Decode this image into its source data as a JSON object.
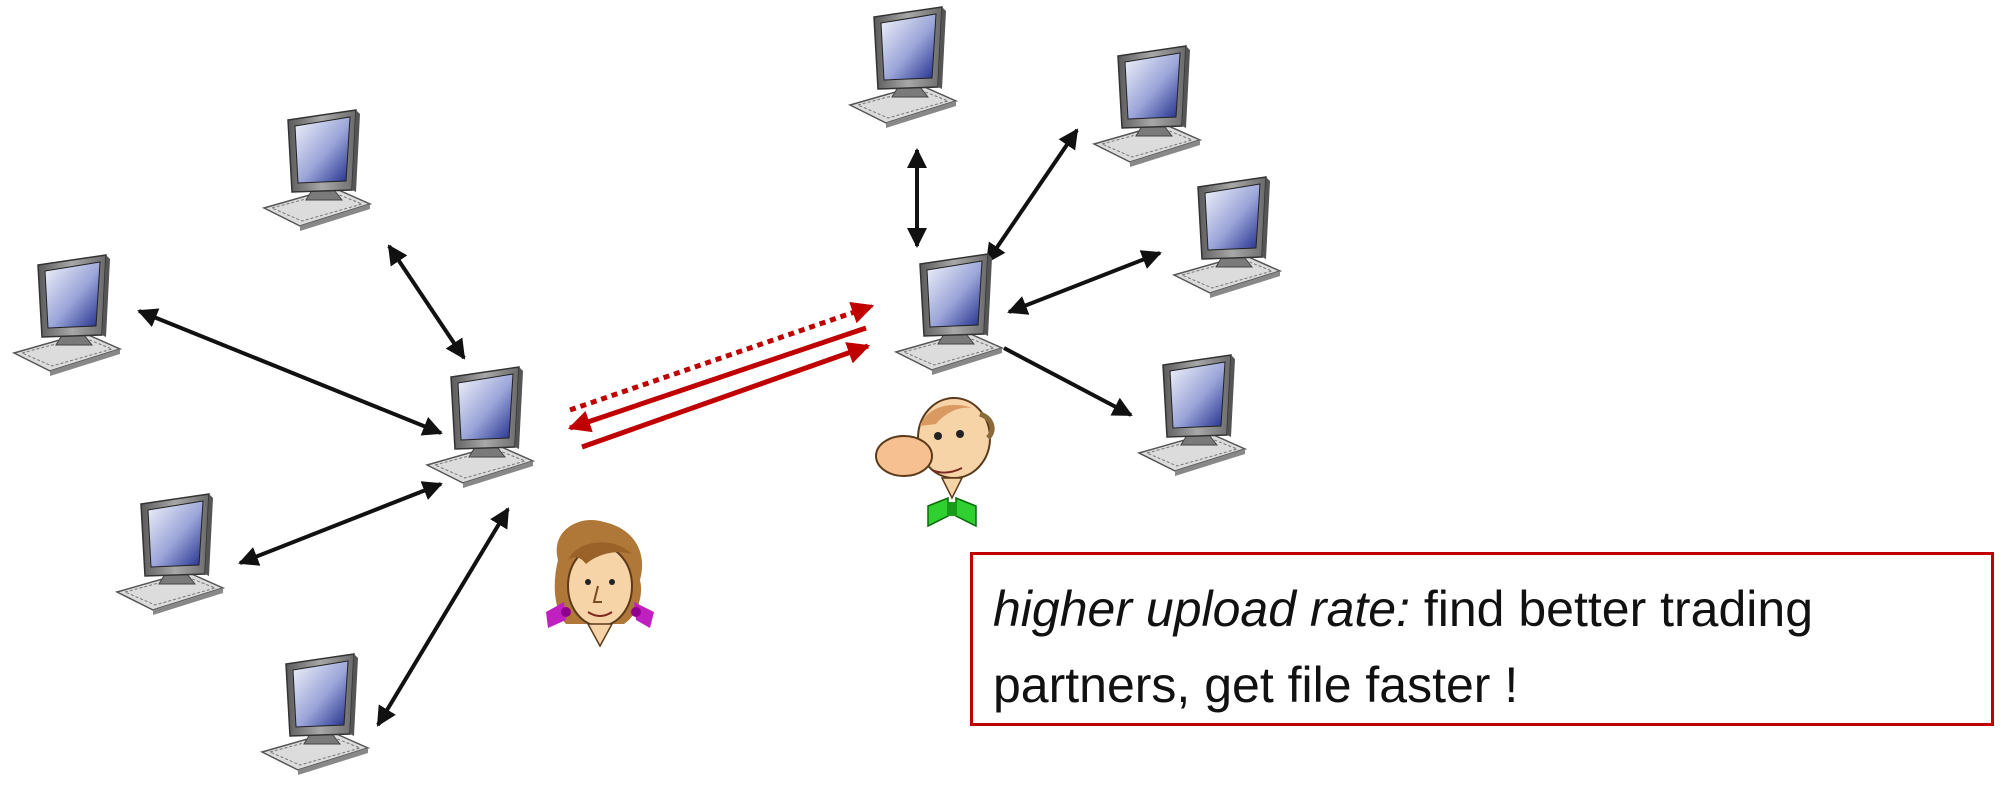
{
  "callout": {
    "lead": "higher upload rate:",
    "rest": " find better trading partners, get file faster !"
  },
  "colors": {
    "peer_link": "#111111",
    "trade_link": "#c00000",
    "callout_border": "#c00000",
    "screen_light": "#e6e9f6",
    "screen_dark": "#1f2c8a",
    "monitor_body": "#8c8c8c"
  },
  "icons": {
    "computer": "desktop-computer-icon",
    "alice": "girl-face-icon",
    "bob": "man-face-icon"
  },
  "trade_links": [
    {
      "style": "dotted",
      "direction": "to-right"
    },
    {
      "style": "solid",
      "direction": "to-left"
    },
    {
      "style": "solid",
      "direction": "to-right"
    }
  ]
}
